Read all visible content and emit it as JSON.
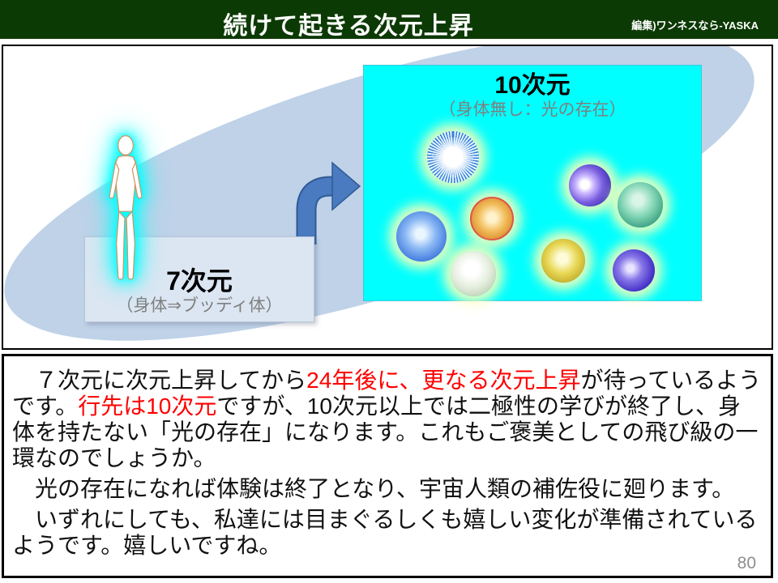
{
  "header": {
    "title": "続けて起きる次元上昇",
    "credit": "編集)ワンネスなら-YASKA",
    "bg_color": "#0c3a04",
    "text_color": "#ffffff"
  },
  "diagram": {
    "source_label": {
      "title": "7次元",
      "subtitle": "（身体⇒ブッディ体）",
      "bg_color": "#dce6f2",
      "subtitle_color": "#7f7f7f"
    },
    "target_box": {
      "title": "10次元",
      "subtitle": "（身体無し：光の存在）",
      "bg_color": "#00ffff",
      "subtitle_color": "#7f7f7f"
    },
    "background_ellipse_color": "#bfd2e8",
    "arrow_color": "#4a7abf",
    "human_figure": "white-body-with-cyan-aura",
    "orbs": [
      {
        "name": "starburst-white-blue-orb",
        "color": "#5e93e8"
      },
      {
        "name": "purple-flare-orb",
        "color": "#3a2db0"
      },
      {
        "name": "teal-textured-orb",
        "color": "#3da183"
      },
      {
        "name": "blue-electric-orb",
        "color": "#3f78dd"
      },
      {
        "name": "orange-red-rim-orb",
        "color": "#dd8f2e"
      },
      {
        "name": "pale-green-translucent-orb",
        "color": "#bcd0b4"
      },
      {
        "name": "yellow-olive-orb",
        "color": "#c0a828"
      },
      {
        "name": "indigo-orb",
        "color": "#4530c8"
      }
    ]
  },
  "body": {
    "paragraph1": {
      "runs": [
        {
          "text": "　７次元に次元上昇してから",
          "color": "#111111"
        },
        {
          "text": "24年後に、更なる次元上昇",
          "color": "#ff0000"
        },
        {
          "text": "が待っているようです。",
          "color": "#111111"
        },
        {
          "text": "行先は10次元",
          "color": "#ff0000"
        },
        {
          "text": "ですが、10次元以上では二極性の学びが終了し、身体を持たない「光の存在」になります。これもご褒美としての飛び級の一環なのでしょうか。",
          "color": "#111111"
        }
      ]
    },
    "paragraph2": "　光の存在になれば体験は終了となり、宇宙人類の補佐役に廻ります。",
    "paragraph3": "　いずれにしても、私達には目まぐるしくも嬉しい変化が準備されているようです。嬉しいですね。"
  },
  "page_number": "80"
}
